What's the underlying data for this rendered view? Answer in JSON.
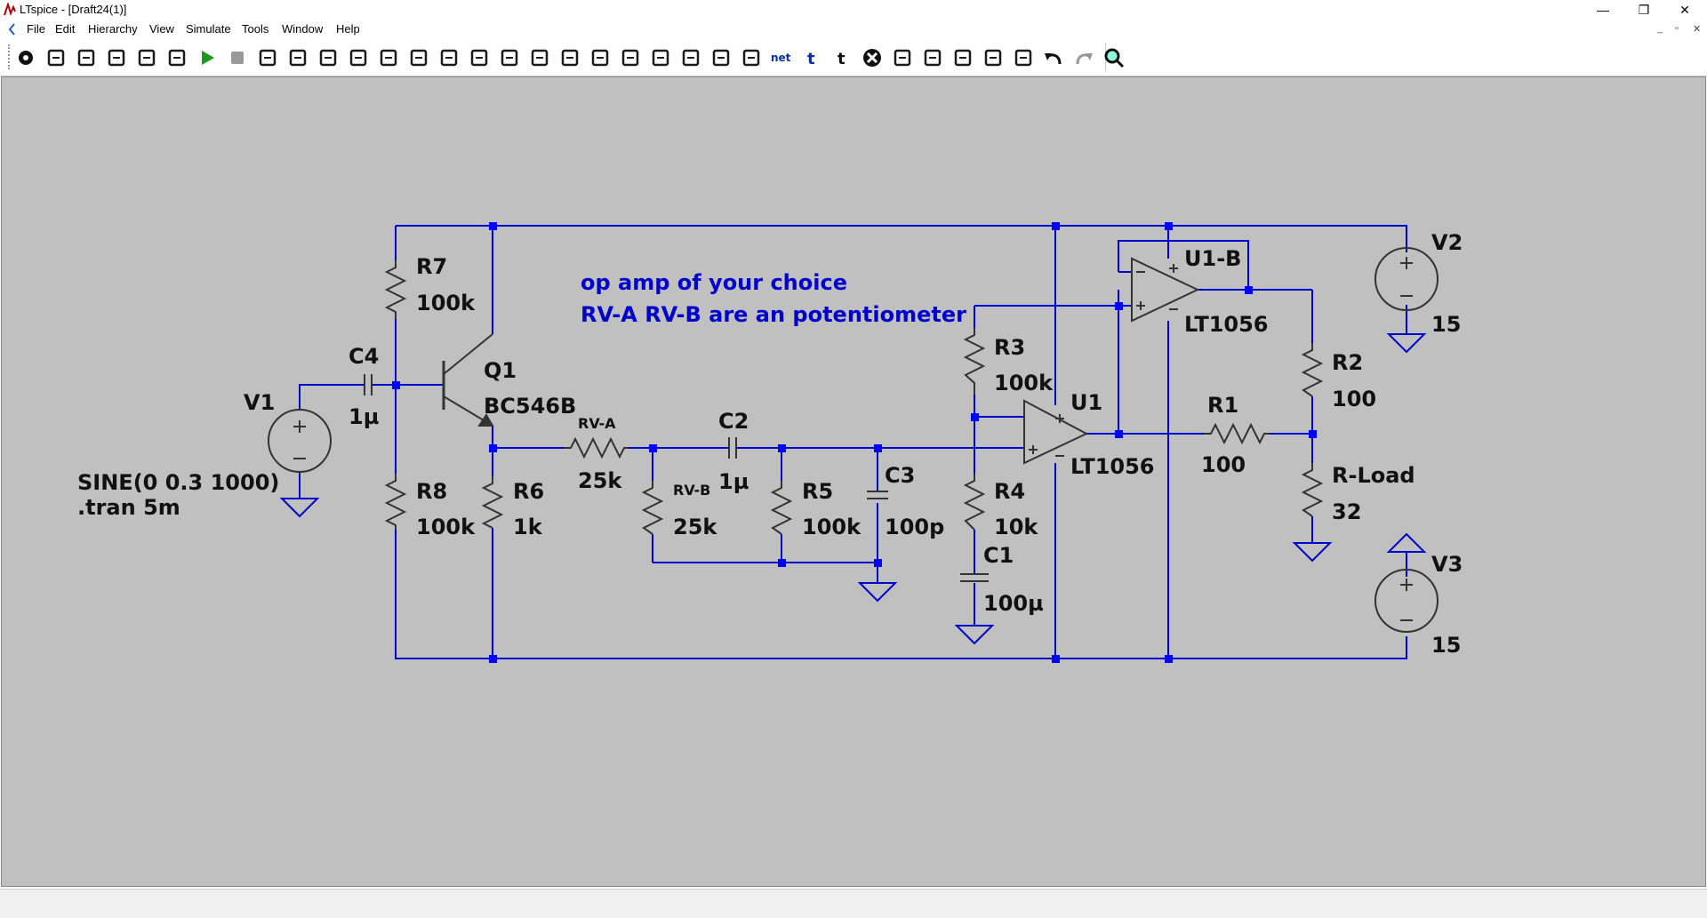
{
  "window": {
    "title": "LTspice - [Draft24(1)]"
  },
  "menu": [
    "File",
    "Edit",
    "Hierarchy",
    "View",
    "Simulate",
    "Tools",
    "Window",
    "Help"
  ],
  "toolbar": [
    "settings",
    "open-schematic",
    "open-file",
    "save",
    "print",
    "control-panel",
    "run",
    "halt",
    "tile-horizontal",
    "tile-vertical",
    "cascade",
    "zoom-in",
    "zoom-out",
    "zoom-area",
    "zoom-fit",
    "autoscale",
    "wire",
    "ground",
    "label",
    "resistor",
    "capacitor",
    "inductor",
    "diode",
    "component",
    "move",
    "label-net",
    "text",
    "spice-directive",
    "delete",
    "duplicate",
    "drag",
    "rotate",
    "mirror",
    "draw",
    "undo",
    "redo",
    "find"
  ],
  "schematic": {
    "comments": [
      "op amp of your choice",
      "RV-A RV-B are an potentiometer"
    ],
    "source_text": [
      "SINE(0 0.3 1000)",
      ".tran 5m"
    ],
    "labels": {
      "R7": "R7",
      "R7v": "100k",
      "C4": "C4",
      "C4v": "1µ",
      "Q1": "Q1",
      "Q1v": "BC546B",
      "V1": "V1",
      "R8": "R8",
      "R8v": "100k",
      "R6": "R6",
      "R6v": "1k",
      "RVA": "RV-A",
      "RVAv": "25k",
      "RVB": "RV-B",
      "RVBv": "25k",
      "C2": "C2",
      "C2v": "1µ",
      "R5": "R5",
      "R5v": "100k",
      "C3": "C3",
      "C3v": "100p",
      "R3": "R3",
      "R3v": "100k",
      "R4": "R4",
      "R4v": "10k",
      "C1": "C1",
      "C1v": "100µ",
      "U1": "U1",
      "U1v": "LT1056",
      "U1B": "U1-B",
      "U1Bv": "LT1056",
      "R1": "R1",
      "R1v": "100",
      "R2": "R2",
      "R2v": "100",
      "RL": "R-Load",
      "RLv": "32",
      "V2": "V2",
      "V2v": "15",
      "V3": "V3",
      "V3v": "15"
    }
  },
  "colors": {
    "wire": "#0000cc",
    "component": "#333333",
    "junction": "#0000ff",
    "canvas": "#c0c0c0",
    "comment": "#0000cc"
  }
}
